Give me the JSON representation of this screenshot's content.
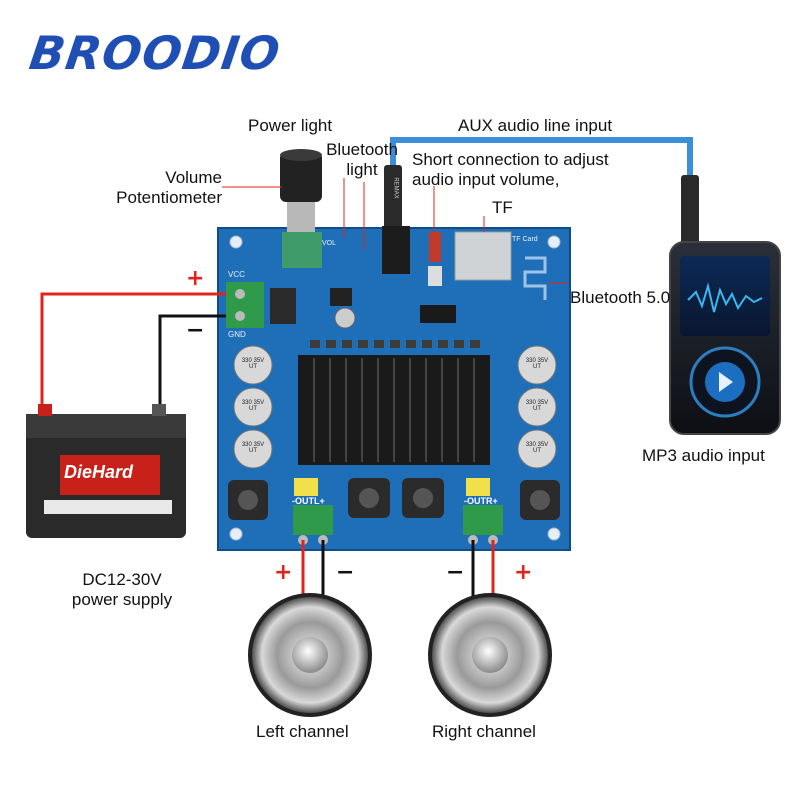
{
  "brand": {
    "name": "BROODIO",
    "color": "#1f4fb5"
  },
  "labels": {
    "power_light": "Power light",
    "bluetooth_light": "Bluetooth light",
    "volume_potentiometer": "Volume Potentiometer",
    "aux_input": "AUX audio line input",
    "short_connection": "Short connection to adjust audio input volume,",
    "tf": "TF",
    "bluetooth_version": "Bluetooth 5.0",
    "mp3_input": "MP3 audio input",
    "power_supply": "DC12-30V power supply",
    "left_channel": "Left channel",
    "right_channel": "Right channel"
  },
  "signs": {
    "plus": "+",
    "minus": "−"
  },
  "board_text": {
    "vcc": "VCC",
    "gnd": "GND",
    "outl": "-OUTL+",
    "outr": "-OUTR+",
    "tf_card": "TF Card",
    "capacitor": "330 35V UT",
    "vol": "VOL",
    "jack_brand": "REMAX"
  },
  "battery_text": {
    "brand": "DieHard"
  },
  "colors": {
    "board": "#1e6fb8",
    "heatsink": "#1a1a1a",
    "wire_positive": "#e0241b",
    "wire_negative": "#111111",
    "aux_cable": "#3a8fd8",
    "terminal": "#2e9a4a",
    "leader_line": "#e0241b"
  },
  "icons": [
    "potentiometer-knob",
    "heatsink",
    "capacitor",
    "inductor",
    "aux-jack",
    "tf-slot",
    "bluetooth-antenna",
    "battery",
    "speaker",
    "mp3-player"
  ]
}
